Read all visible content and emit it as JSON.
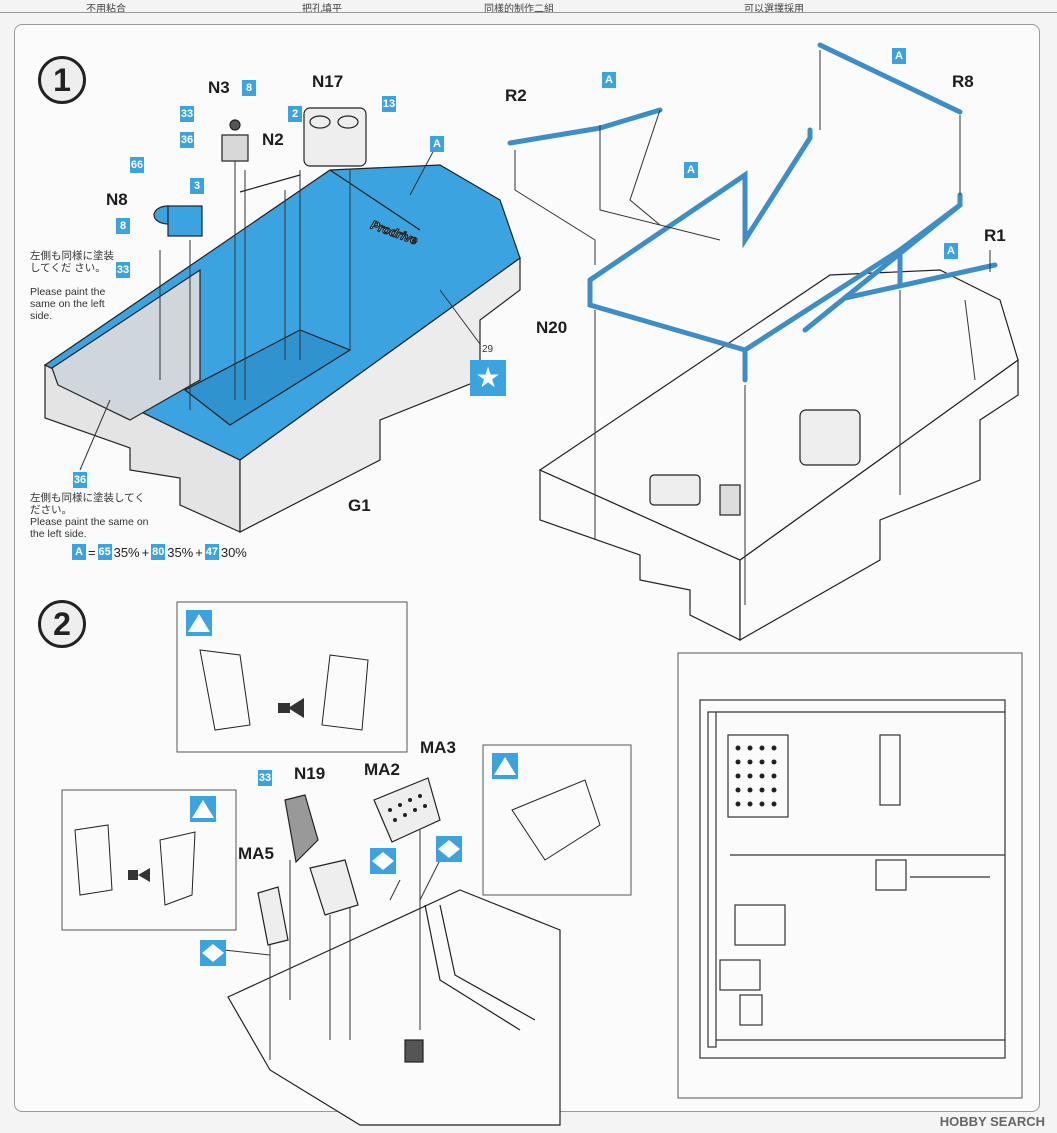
{
  "top_strip": [
    "不用粘合",
    "把孔填平",
    "同樣的制作二組",
    "可以選擇採用"
  ],
  "steps": {
    "one": "1",
    "two": "2"
  },
  "parts": {
    "N3": "N3",
    "N2": "N2",
    "N17": "N17",
    "N8": "N8",
    "G1": "G1",
    "R2": "R2",
    "R8": "R8",
    "R1": "R1",
    "N20": "N20",
    "N19": "N19",
    "MA2": "MA2",
    "MA3": "MA3",
    "MA5": "MA5"
  },
  "paint_codes": {
    "c8": "8",
    "c33": "33",
    "c36": "36",
    "c2": "2",
    "c13": "13",
    "A": "A",
    "c66": "66",
    "c3": "3",
    "c65": "65",
    "c80": "80",
    "c47": "47"
  },
  "notes": {
    "left_side_1_jp": "左側も同様に塗装してくだ さい。",
    "left_side_1_en": "Please paint the same on the left side.",
    "left_side_2_jp": "左側も同様に塗装してください。",
    "left_side_2_en": "Please paint the same on the left side."
  },
  "decal": "29",
  "formula": {
    "pct1": "35%",
    "pct2": "35%",
    "pct3": "30%",
    "plus": "+",
    "eq": "="
  },
  "brand_mark": "Prodrive",
  "watermark": "HOBBY SEARCH",
  "colors": {
    "blue": "#3ba3e0",
    "pipe": "#5aa6d8",
    "line": "#222222"
  }
}
